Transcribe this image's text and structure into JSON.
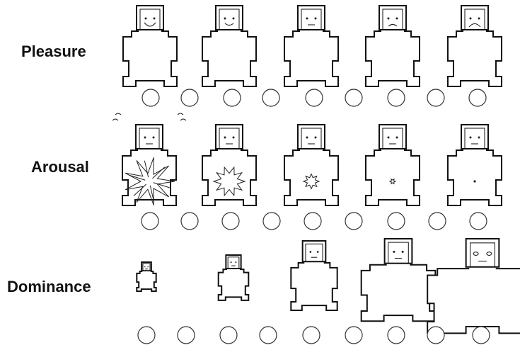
{
  "scale": {
    "rows": [
      {
        "label": "Pleasure",
        "figures": [
          {
            "expression": "very-happy"
          },
          {
            "expression": "happy"
          },
          {
            "expression": "neutral"
          },
          {
            "expression": "sad"
          },
          {
            "expression": "very-sad"
          }
        ],
        "radio_count": 9
      },
      {
        "label": "Arousal",
        "figures": [
          {
            "intensity": "very-high"
          },
          {
            "intensity": "high"
          },
          {
            "intensity": "medium"
          },
          {
            "intensity": "low"
          },
          {
            "intensity": "very-low"
          }
        ],
        "radio_count": 9
      },
      {
        "label": "Dominance",
        "figures": [
          {
            "size": "very-small"
          },
          {
            "size": "small"
          },
          {
            "size": "medium"
          },
          {
            "size": "large"
          },
          {
            "size": "very-large"
          }
        ],
        "radio_count": 9
      }
    ],
    "colors": {
      "ink": "#111111",
      "background": "#ffffff"
    }
  }
}
